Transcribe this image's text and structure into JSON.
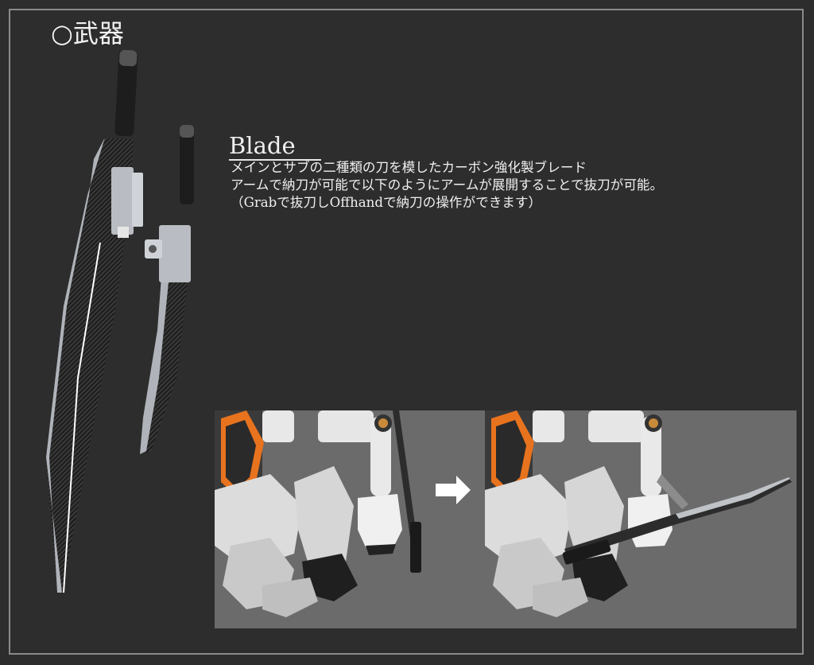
{
  "page": {
    "title": "○武器"
  },
  "blade": {
    "heading": "Blade",
    "description_lines": [
      "メインとサブの二種類の刀を模したカーボン強化製ブレード",
      "アームで納刀が可能で以下のようにアームが展開することで抜刀が可能。",
      "（Grabで抜刀しOffhandで納刀の操作ができます）"
    ]
  },
  "icons": {
    "main_sword": "katana-main-icon",
    "sub_sword": "katana-sub-icon",
    "arrow": "arrow-right-icon"
  },
  "colors": {
    "background": "#2d2d2d",
    "frame": "#8a8a8a",
    "demo_background": "#6b6b6b",
    "accent_orange": "#e8731e"
  }
}
